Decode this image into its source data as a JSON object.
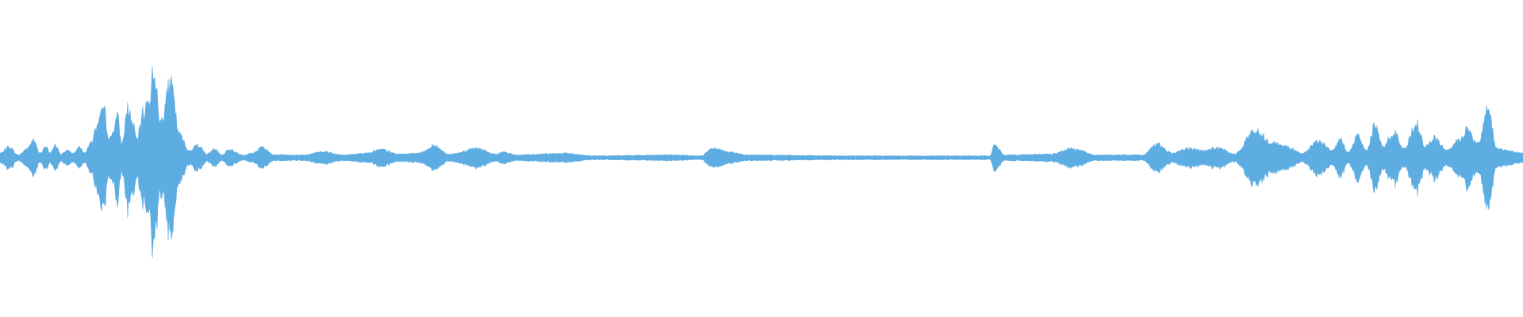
{
  "chart_data": {
    "type": "area",
    "title": "",
    "xlabel": "",
    "ylabel": "",
    "grid": false,
    "legend": "none",
    "ylim": [
      -1,
      1
    ],
    "x_range": [
      0,
      1
    ],
    "series": [
      {
        "color": "#5dade2",
        "baseline": 0,
        "noise_floor": 0.02,
        "envelope": [
          [
            0.0,
            0.05
          ],
          [
            0.006,
            0.12
          ],
          [
            0.012,
            0.03
          ],
          [
            0.018,
            0.1
          ],
          [
            0.022,
            0.2
          ],
          [
            0.026,
            0.05
          ],
          [
            0.03,
            0.12
          ],
          [
            0.033,
            0.05
          ],
          [
            0.036,
            0.14
          ],
          [
            0.04,
            0.04
          ],
          [
            0.044,
            0.08
          ],
          [
            0.048,
            0.05
          ],
          [
            0.052,
            0.11
          ],
          [
            0.056,
            0.06
          ],
          [
            0.06,
            0.18
          ],
          [
            0.064,
            0.35
          ],
          [
            0.068,
            0.53
          ],
          [
            0.072,
            0.2
          ],
          [
            0.077,
            0.45
          ],
          [
            0.08,
            0.15
          ],
          [
            0.084,
            0.55
          ],
          [
            0.087,
            0.38
          ],
          [
            0.09,
            0.2
          ],
          [
            0.094,
            0.5
          ],
          [
            0.098,
            0.65
          ],
          [
            0.101,
            1.0
          ],
          [
            0.105,
            0.4
          ],
          [
            0.112,
            0.8
          ],
          [
            0.118,
            0.25
          ],
          [
            0.124,
            0.08
          ],
          [
            0.13,
            0.14
          ],
          [
            0.136,
            0.04
          ],
          [
            0.141,
            0.1
          ],
          [
            0.146,
            0.03
          ],
          [
            0.15,
            0.09
          ],
          [
            0.16,
            0.03
          ],
          [
            0.166,
            0.05
          ],
          [
            0.172,
            0.12
          ],
          [
            0.18,
            0.03
          ],
          [
            0.2,
            0.03
          ],
          [
            0.212,
            0.07
          ],
          [
            0.225,
            0.03
          ],
          [
            0.24,
            0.05
          ],
          [
            0.25,
            0.09
          ],
          [
            0.262,
            0.04
          ],
          [
            0.275,
            0.05
          ],
          [
            0.285,
            0.13
          ],
          [
            0.295,
            0.04
          ],
          [
            0.314,
            0.1
          ],
          [
            0.325,
            0.04
          ],
          [
            0.33,
            0.06
          ],
          [
            0.34,
            0.03
          ],
          [
            0.37,
            0.05
          ],
          [
            0.39,
            0.02
          ],
          [
            0.44,
            0.03
          ],
          [
            0.46,
            0.02
          ],
          [
            0.468,
            0.1
          ],
          [
            0.48,
            0.06
          ],
          [
            0.49,
            0.03
          ],
          [
            0.56,
            0.02
          ],
          [
            0.6,
            0.02
          ],
          [
            0.65,
            0.02
          ],
          [
            0.653,
            0.13
          ],
          [
            0.66,
            0.03
          ],
          [
            0.69,
            0.04
          ],
          [
            0.704,
            0.1
          ],
          [
            0.72,
            0.03
          ],
          [
            0.75,
            0.03
          ],
          [
            0.76,
            0.15
          ],
          [
            0.77,
            0.05
          ],
          [
            0.78,
            0.1
          ],
          [
            0.79,
            0.08
          ],
          [
            0.8,
            0.11
          ],
          [
            0.81,
            0.04
          ],
          [
            0.825,
            0.3
          ],
          [
            0.835,
            0.17
          ],
          [
            0.845,
            0.12
          ],
          [
            0.855,
            0.05
          ],
          [
            0.866,
            0.18
          ],
          [
            0.875,
            0.08
          ],
          [
            0.88,
            0.2
          ],
          [
            0.885,
            0.06
          ],
          [
            0.892,
            0.25
          ],
          [
            0.897,
            0.08
          ],
          [
            0.903,
            0.35
          ],
          [
            0.908,
            0.12
          ],
          [
            0.915,
            0.28
          ],
          [
            0.922,
            0.1
          ],
          [
            0.93,
            0.38
          ],
          [
            0.936,
            0.12
          ],
          [
            0.942,
            0.22
          ],
          [
            0.95,
            0.08
          ],
          [
            0.958,
            0.2
          ],
          [
            0.964,
            0.32
          ],
          [
            0.97,
            0.15
          ],
          [
            0.977,
            0.52
          ],
          [
            0.983,
            0.1
          ],
          [
            0.99,
            0.08
          ],
          [
            1.0,
            0.05
          ]
        ]
      }
    ]
  }
}
